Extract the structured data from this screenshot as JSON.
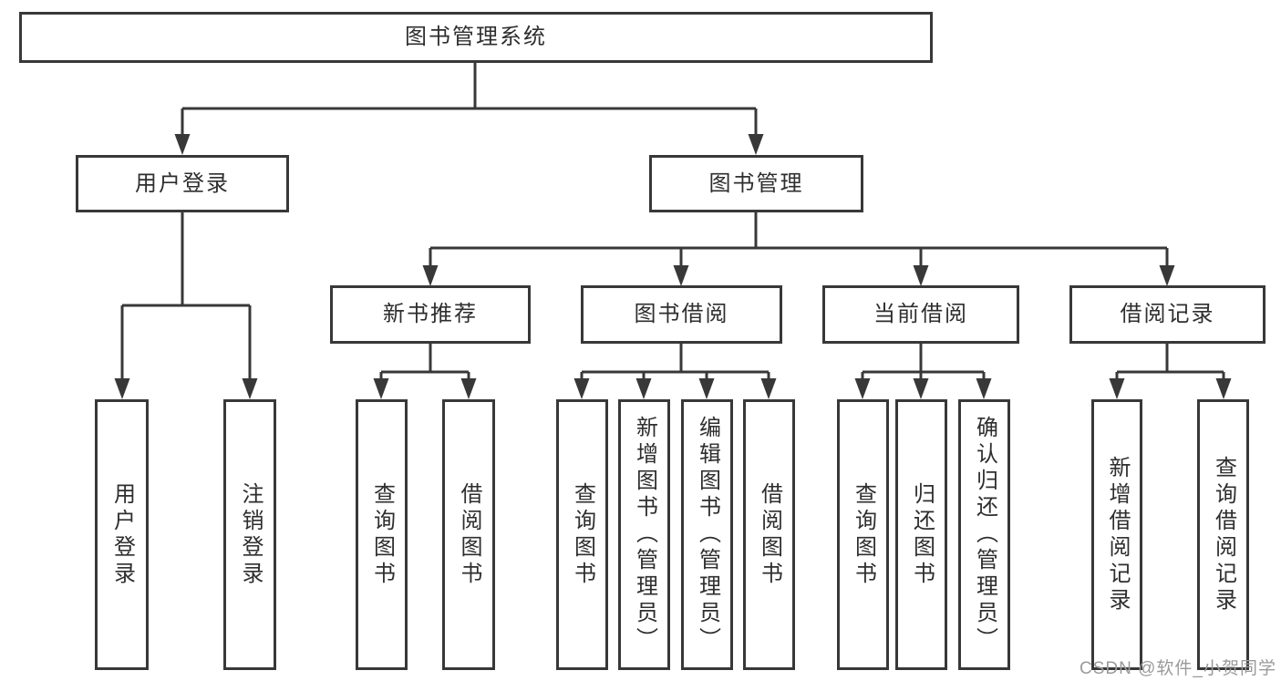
{
  "diagram_title": "图书管理系统",
  "watermark": "CSDN @软件_小贺同学",
  "colors": {
    "line": "#383838",
    "box_border": "#383838",
    "text": "#2e2e2e",
    "background": "#ffffff",
    "watermark": "#9a9a9a"
  },
  "tree": {
    "root": "图书管理系统",
    "branches": [
      {
        "label": "用户登录",
        "children": [
          "用户登录",
          "注销登录"
        ]
      },
      {
        "label": "图书管理",
        "groups": [
          {
            "label": "新书推荐",
            "children": [
              "查询图书",
              "借阅图书"
            ]
          },
          {
            "label": "图书借阅",
            "children": [
              "查询图书",
              "新增图书（管理员）",
              "编辑图书（管理员）",
              "借阅图书"
            ]
          },
          {
            "label": "当前借阅",
            "children": [
              "查询图书",
              "归还图书",
              "确认归还（管理员）"
            ]
          },
          {
            "label": "借阅记录",
            "children": [
              "新增借阅记录",
              "查询借阅记录"
            ]
          }
        ]
      }
    ]
  }
}
